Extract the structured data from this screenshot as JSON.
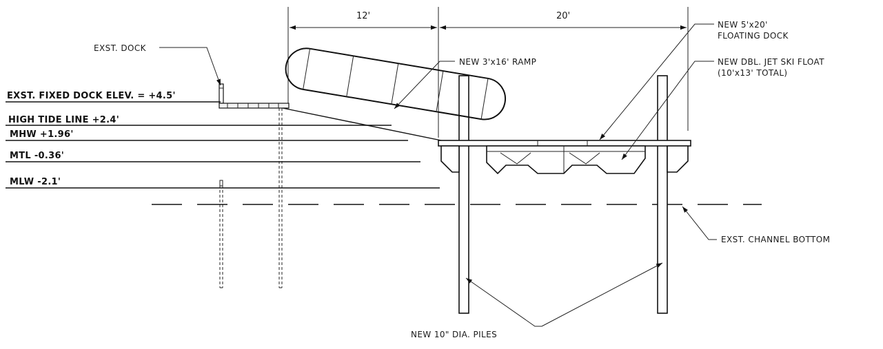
{
  "dimensions": {
    "ramp_span": "12'",
    "float_span": "20'"
  },
  "labels": {
    "exst_dock": "EXST. DOCK",
    "ramp": "NEW 3'x16' RAMP",
    "floating_dock_line1": "NEW 5'x20'",
    "floating_dock_line2": "FLOATING DOCK",
    "jet_ski_line1": "NEW DBL. JET SKI FLOAT",
    "jet_ski_line2": "(10'x13' TOTAL)",
    "channel_bottom": "EXST. CHANNEL BOTTOM",
    "piles": "NEW 10\" DIA. PILES"
  },
  "levels": {
    "fixed_dock": "EXST. FIXED DOCK ELEV. = +4.5'",
    "high_tide": "HIGH TIDE LINE +2.4'",
    "mhw": "MHW +1.96'",
    "mtl": "MTL -0.36'",
    "mlw": "MLW -2.1'"
  }
}
